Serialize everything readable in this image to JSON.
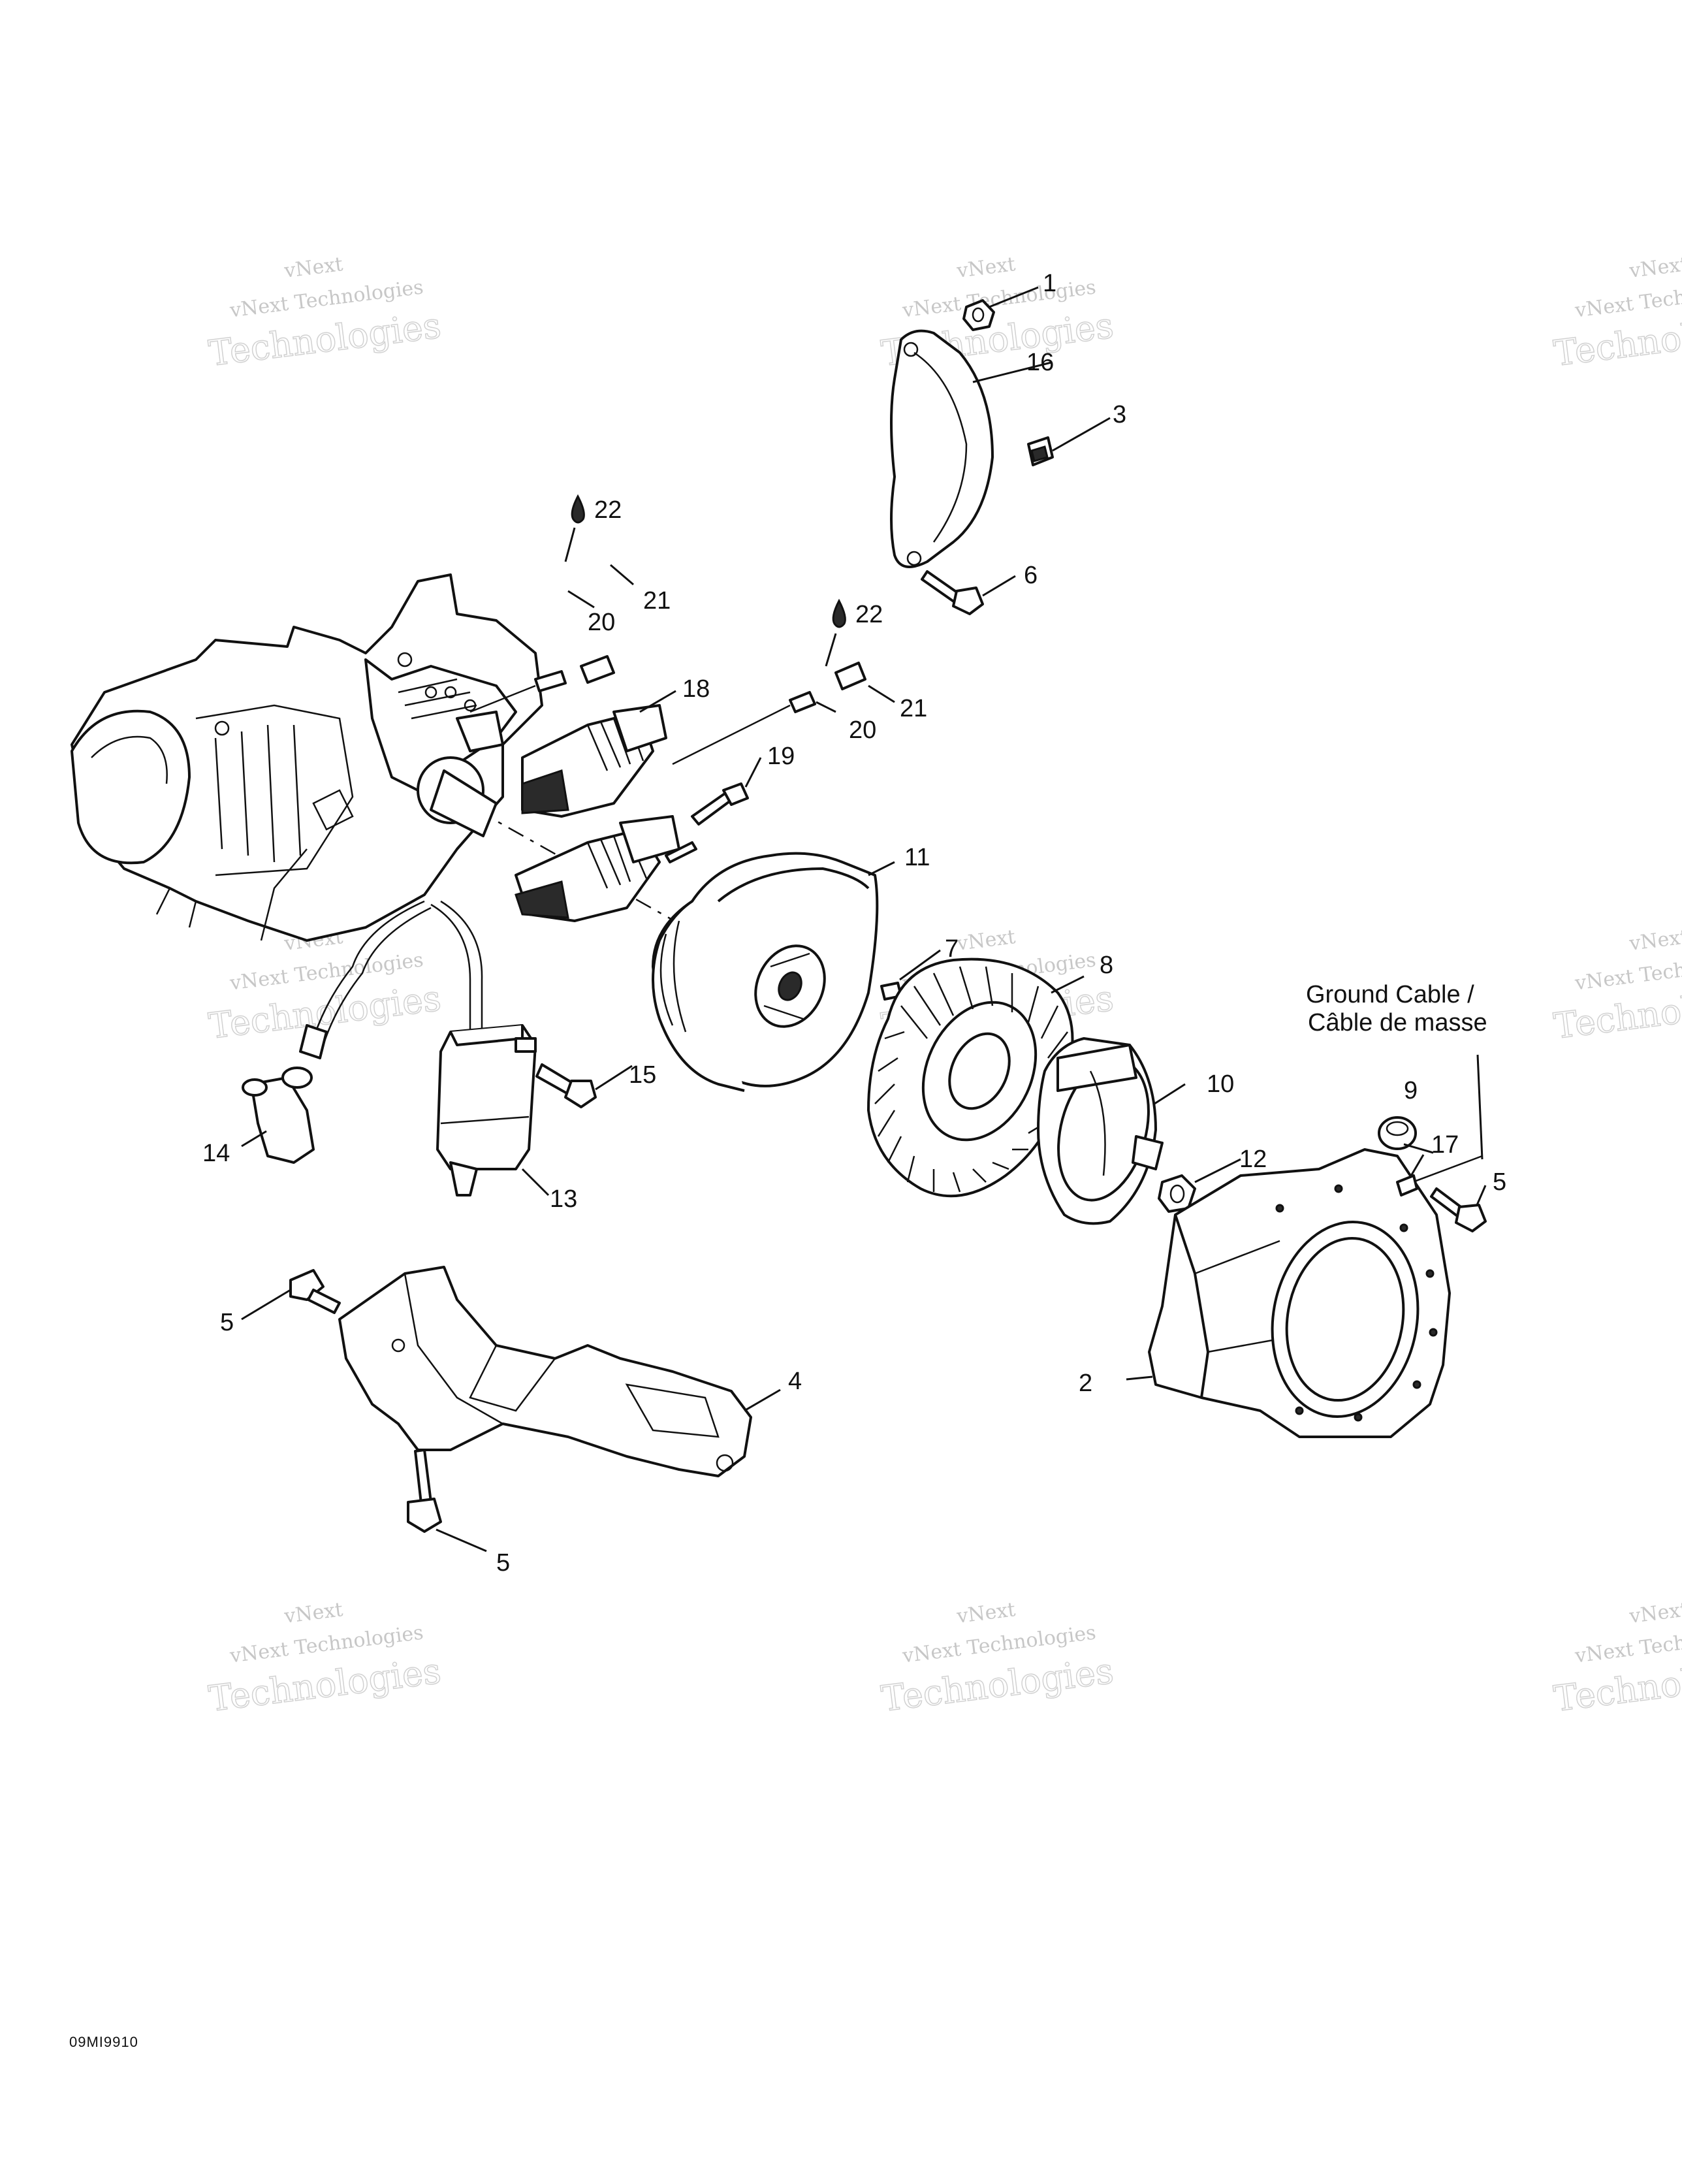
{
  "watermark": {
    "line1": "vNext",
    "line2": "vNext Technologies",
    "line3": "Technologies"
  },
  "ground_cable_label": {
    "en": "Ground Cable /",
    "fr": "Câble de masse"
  },
  "reference_code": "09MI9910",
  "callouts": [
    {
      "id": "c1",
      "label": "1"
    },
    {
      "id": "c16",
      "label": "16"
    },
    {
      "id": "c3",
      "label": "3"
    },
    {
      "id": "c6",
      "label": "6"
    },
    {
      "id": "c22a",
      "label": "22"
    },
    {
      "id": "c21a",
      "label": "21"
    },
    {
      "id": "c20a",
      "label": "20"
    },
    {
      "id": "c22b",
      "label": "22"
    },
    {
      "id": "c21b",
      "label": "21"
    },
    {
      "id": "c20b",
      "label": "20"
    },
    {
      "id": "c18",
      "label": "18"
    },
    {
      "id": "c19",
      "label": "19"
    },
    {
      "id": "c11",
      "label": "11"
    },
    {
      "id": "c7",
      "label": "7"
    },
    {
      "id": "c8",
      "label": "8"
    },
    {
      "id": "c10",
      "label": "10"
    },
    {
      "id": "c9",
      "label": "9"
    },
    {
      "id": "c17",
      "label": "17"
    },
    {
      "id": "c5a",
      "label": "5"
    },
    {
      "id": "c12",
      "label": "12"
    },
    {
      "id": "c15",
      "label": "15"
    },
    {
      "id": "c14",
      "label": "14"
    },
    {
      "id": "c13",
      "label": "13"
    },
    {
      "id": "c5b",
      "label": "5"
    },
    {
      "id": "c4",
      "label": "4"
    },
    {
      "id": "c2",
      "label": "2"
    },
    {
      "id": "c5c",
      "label": "5"
    }
  ]
}
